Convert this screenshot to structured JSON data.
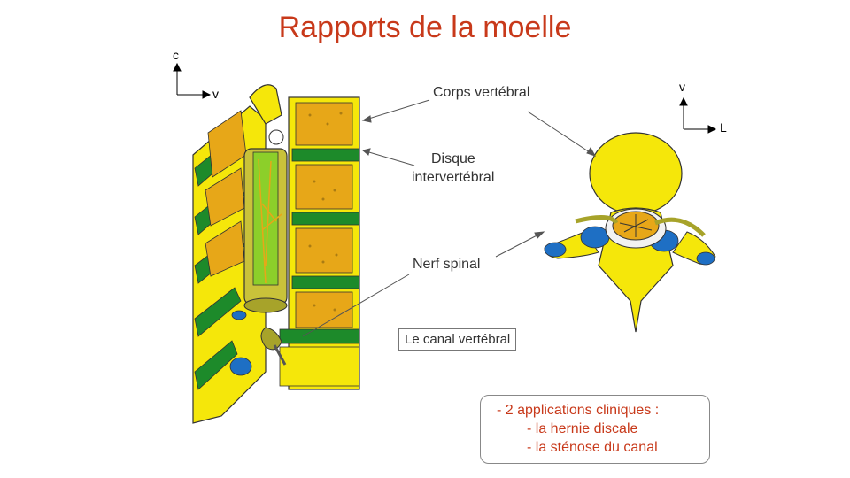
{
  "title": "Rapports de la moelle",
  "left_axes": {
    "vertical": "c",
    "horizontal": "v"
  },
  "right_axes": {
    "vertical": "v",
    "horizontal": "L"
  },
  "labels": {
    "corps": "Corps vertébral",
    "disque_1": "Disque",
    "disque_2": "intervertébral",
    "nerf": "Nerf spinal",
    "canal": "Le canal vertébral"
  },
  "clinical": {
    "heading": "- 2 applications cliniques :",
    "items": [
      "- la hernie discale",
      "- la sténose du canal"
    ]
  },
  "colors": {
    "title": "#c8391a",
    "bone": "#f5e70a",
    "bone_dark": "#e7a718",
    "disc": "#1d8a2a",
    "nerve_blue": "#1e6fc4",
    "cord": "#a7a32a"
  }
}
